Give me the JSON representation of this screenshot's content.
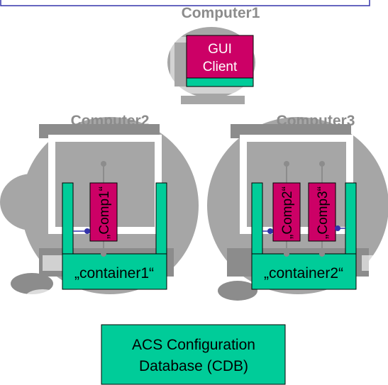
{
  "computers": [
    {
      "label": "Computer1"
    },
    {
      "label": "Computer2"
    },
    {
      "label": "Computer3"
    }
  ],
  "gui_client": {
    "line1": "GUI",
    "line2": "Client"
  },
  "components": [
    {
      "label": "„Comp1“"
    },
    {
      "label": "„Comp2“"
    },
    {
      "label": "„Comp3“"
    }
  ],
  "containers": [
    {
      "label": "„container1“"
    },
    {
      "label": "„container2“"
    }
  ],
  "cdb": {
    "line1": "ACS Configuration",
    "line2": "Database (CDB)"
  },
  "colors": {
    "computer_gray": "#a6a6a6",
    "computer_dark": "#8c8c8c",
    "component_fill": "#cc0066",
    "container_fill": "#00cc99",
    "frame_border": "#3333aa",
    "interface_dot": "#3333aa"
  }
}
